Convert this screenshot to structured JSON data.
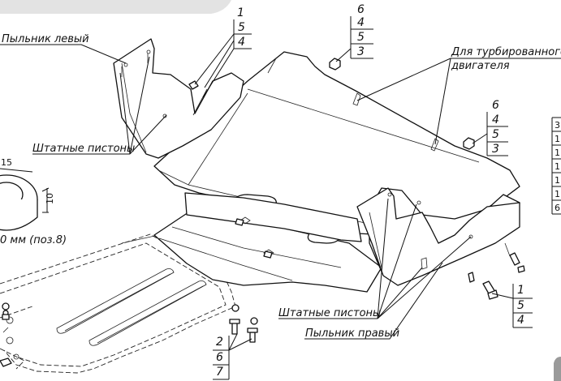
{
  "labels": {
    "dust_left": "Пыльник левый",
    "pistons_left": "Штатные пистоны",
    "turbo_line1": "Для турбированного",
    "turbo_line2": "двигателя",
    "pistons_bottom": "Штатные пистоны",
    "dust_right": "Пыльник правый",
    "spacer_caption": "0 мм (поз.8)",
    "dim_small": "15",
    "dim_height": "10"
  },
  "callouts": {
    "top_left": [
      "1",
      "5",
      "4"
    ],
    "top_center": [
      "6",
      "4",
      "5",
      "3"
    ],
    "mid_right": [
      "6",
      "4",
      "5",
      "3"
    ],
    "bottom_right": [
      "1",
      "5",
      "4"
    ],
    "bottom_center": [
      "2",
      "6",
      "7"
    ]
  },
  "table_partial": [
    "3",
    "1",
    "1",
    "1",
    "1",
    "1",
    "6"
  ]
}
